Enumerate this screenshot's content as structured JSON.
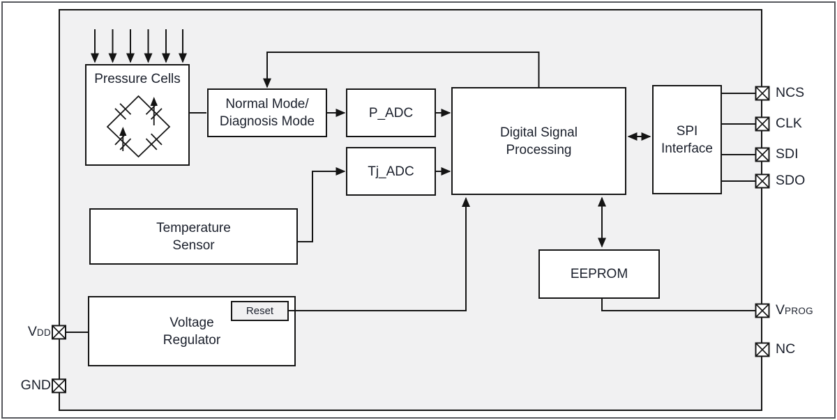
{
  "diagram": {
    "blocks": {
      "pressure_cells": {
        "label": "Pressure Cells"
      },
      "normal_mode": {
        "lines": [
          "Normal Mode/",
          "Diagnosis Mode"
        ]
      },
      "p_adc": {
        "label": "P_ADC"
      },
      "tj_adc": {
        "label": "Tj_ADC"
      },
      "dsp": {
        "lines": [
          "Digital Signal",
          "Processing"
        ]
      },
      "spi_interface": {
        "lines": [
          "SPI",
          "Interface"
        ]
      },
      "temperature_sensor": {
        "lines": [
          "Temperature",
          "Sensor"
        ]
      },
      "eeprom": {
        "label": "EEPROM"
      },
      "voltage_regulator": {
        "lines": [
          "Voltage",
          "Regulator"
        ]
      },
      "reset": {
        "label": "Reset"
      }
    },
    "pins": {
      "ncs": {
        "label": "NCS"
      },
      "clk": {
        "label": "CLK"
      },
      "sdi": {
        "label": "SDI"
      },
      "sdo": {
        "label": "SDO"
      },
      "vprog": {
        "base": "V",
        "sub": "PROG"
      },
      "nc": {
        "label": "NC"
      },
      "vdd": {
        "base": "V",
        "sub": "DD"
      },
      "gnd": {
        "label": "GND"
      }
    },
    "icons": {
      "pin_symbol": "crossed-box-pin",
      "bridge_symbol": "wheatstone-bridge"
    },
    "colors": {
      "canvas_fill": "#f1f1f2",
      "line": "#141414",
      "block_fill": "#ffffff",
      "text": "#1a1f2b",
      "outer_border": "#55575c"
    }
  }
}
